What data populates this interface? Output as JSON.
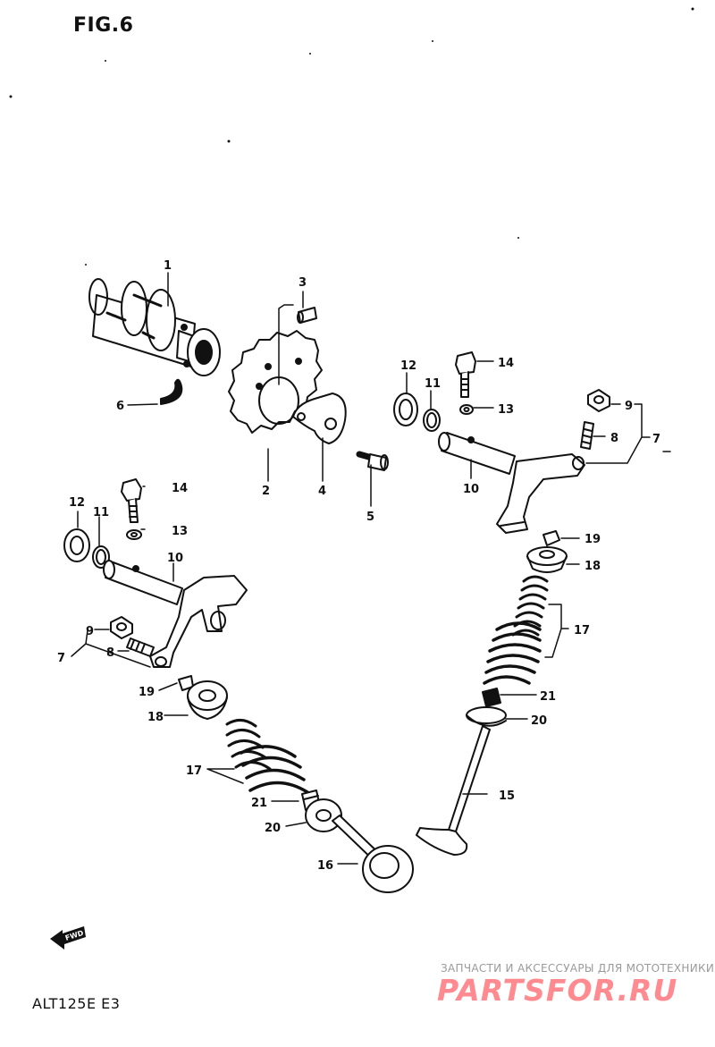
{
  "header": {
    "figure_label": "FIG.6"
  },
  "footer": {
    "model_code": "ALT125E E3"
  },
  "watermark": {
    "tagline": "ЗАПЧАСТИ И АКСЕССУАРЫ ДЛЯ МОТОТЕХНИКИ",
    "brand": "PARTSFOR.RU",
    "color": "#ff8a8f"
  },
  "direction_badge": {
    "text": "FWD",
    "icon": "arrow-left-icon"
  },
  "callouts": {
    "c1": "1",
    "c2": "2",
    "c3": "3",
    "c4": "4",
    "c5": "5",
    "c6": "6",
    "c7_upper": "7",
    "c8_upper": "8",
    "c9_upper": "9",
    "c10_upper": "10",
    "c11_upper": "11",
    "c12_upper": "12",
    "c13_upper": "13",
    "c14_upper": "14",
    "c15": "15",
    "c16": "16",
    "c17_right": "17",
    "c18_right": "18",
    "c19_right": "19",
    "c20_right": "20",
    "c21_right": "21",
    "c7_left": "7",
    "c8_left": "8",
    "c9_left": "9",
    "c10_left": "10",
    "c11_left": "11",
    "c12_left": "12",
    "c13_left": "13",
    "c14_left": "14",
    "c17_left": "17",
    "c18_left": "18",
    "c19_left": "19",
    "c20_left": "20",
    "c21_left": "21"
  }
}
